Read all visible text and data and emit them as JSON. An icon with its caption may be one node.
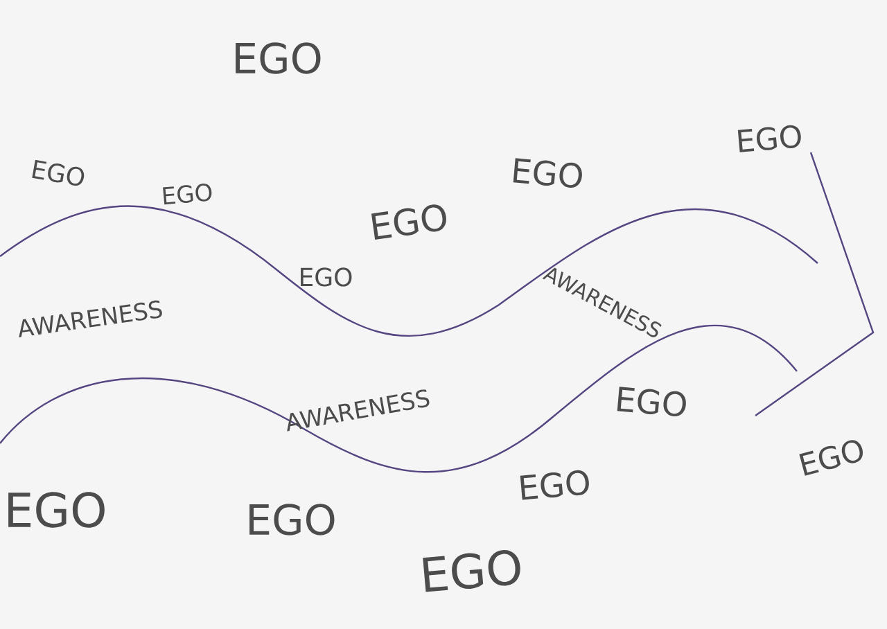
{
  "diagram": {
    "labels": [
      "EGO",
      "EGO",
      "EGO",
      "EGO",
      "EGO",
      "EGO",
      "EGO",
      "AWARENESS",
      "AWARENESS",
      "AWARENESS",
      "EGO",
      "EGO",
      "EGO",
      "EGO",
      "EGO",
      "EGO"
    ]
  }
}
